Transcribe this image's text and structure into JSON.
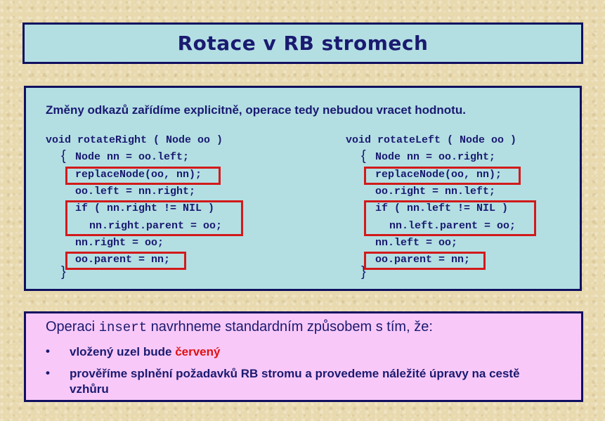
{
  "title": "Rotace v RB stromech",
  "intro": "Změny odkazů zařídíme explicitně, operace tedy nebudou vracet hodnotu.",
  "code_right": {
    "header": "void rotateRight ( Node oo )",
    "brace_open": "{",
    "line1": "Node nn = oo.left;",
    "line2": "replaceNode(oo, nn);",
    "line3": "oo.left = nn.right;",
    "line4": "if ( nn.right != NIL )",
    "line5": "nn.right.parent = oo;",
    "line6": "nn.right = oo;",
    "line7": "oo.parent = nn;",
    "brace_close": "}"
  },
  "code_left": {
    "header": "void rotateLeft ( Node oo )",
    "brace_open": "{",
    "line1": "Node nn = oo.right;",
    "line2": "replaceNode(oo, nn);",
    "line3": "oo.right = nn.left;",
    "line4": "if ( nn.left != NIL )",
    "line5": "nn.left.parent = oo;",
    "line6": "nn.left = oo;",
    "line7": "oo.parent = nn;",
    "brace_close": "}"
  },
  "insert": {
    "lead_before": "Operaci ",
    "lead_code": "insert",
    "lead_after": " navrhneme standardním způsobem s tím, že:",
    "bullet_symbol": "•",
    "bullet1_text": "vložený uzel bude ",
    "bullet1_highlight": "červený",
    "bullet2_text": "prověříme splnění požadavků RB stromu a provedeme náležité úpravy na cestě vzhůru"
  },
  "colors": {
    "frame": "#101060",
    "panel": "#b3dfe3",
    "pink_panel": "#f8c8f8",
    "text": "#1a1a70",
    "highlight_border": "#d21a1a",
    "red_text": "#e01010"
  }
}
